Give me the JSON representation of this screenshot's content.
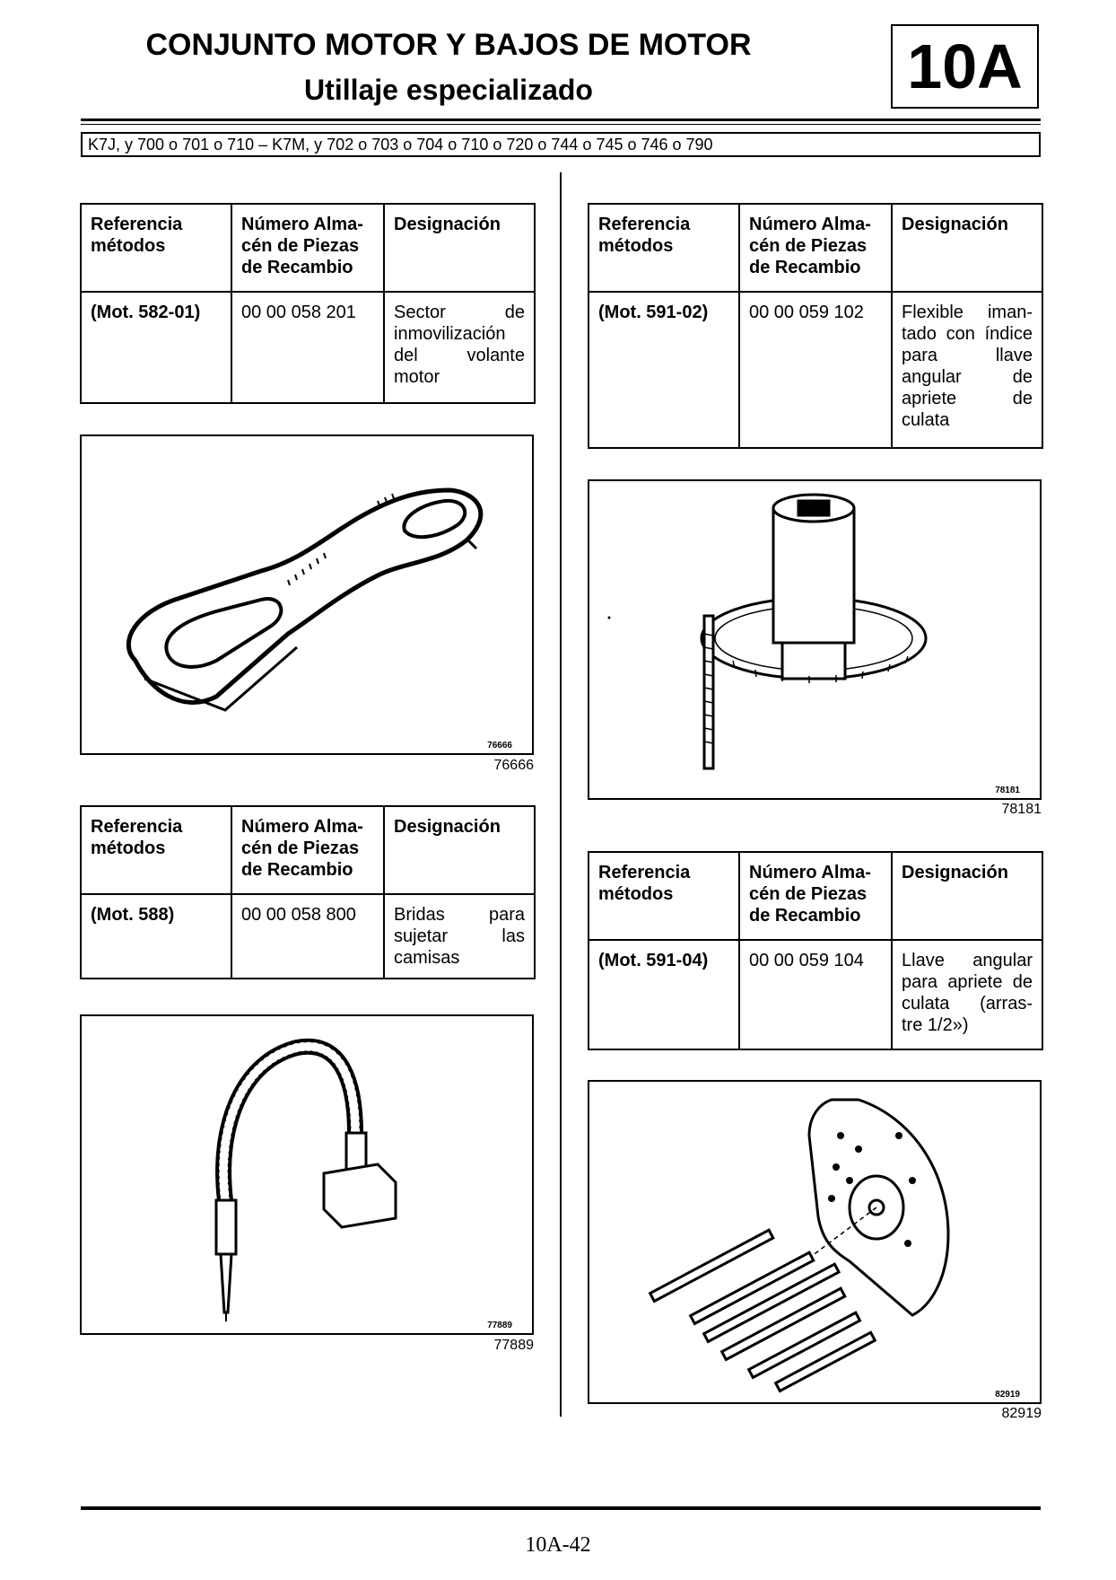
{
  "header": {
    "title": "CONJUNTO MOTOR Y BAJOS DE MOTOR",
    "subtitle": "Utillaje especializado",
    "section": "10A"
  },
  "applicability": "K7J, y 700 o 701 o 710 – K7M, y 702 o 703 o 704 o 710 o 720 o 744 o 745 o 746 o 790",
  "table_headers": {
    "ref": "Referencia métodos",
    "part": "Número Alma- cén de Piezas de Recambio",
    "desig": "Designación"
  },
  "tools": [
    {
      "ref": "(Mot. 582-01)",
      "part": "00 00 058 201",
      "desig": "Sector de inmovilización del volante motor",
      "figure_code": "76666"
    },
    {
      "ref": "(Mot. 588)",
      "part": "00 00 058 800",
      "desig": "Bridas para sujetar las camisas",
      "figure_code": "77889"
    },
    {
      "ref": "(Mot. 591-02)",
      "part": "00 00 059 102",
      "desig": "Flexible iman- tado con índice para llave angular de apriete de culata",
      "figure_code": "78181"
    },
    {
      "ref": "(Mot. 591-04)",
      "part": "00 00 059 104",
      "desig": "Llave angular para apriete de culata (arras- tre 1/2»)",
      "figure_code": "82919"
    }
  ],
  "page_number": "10A-42"
}
